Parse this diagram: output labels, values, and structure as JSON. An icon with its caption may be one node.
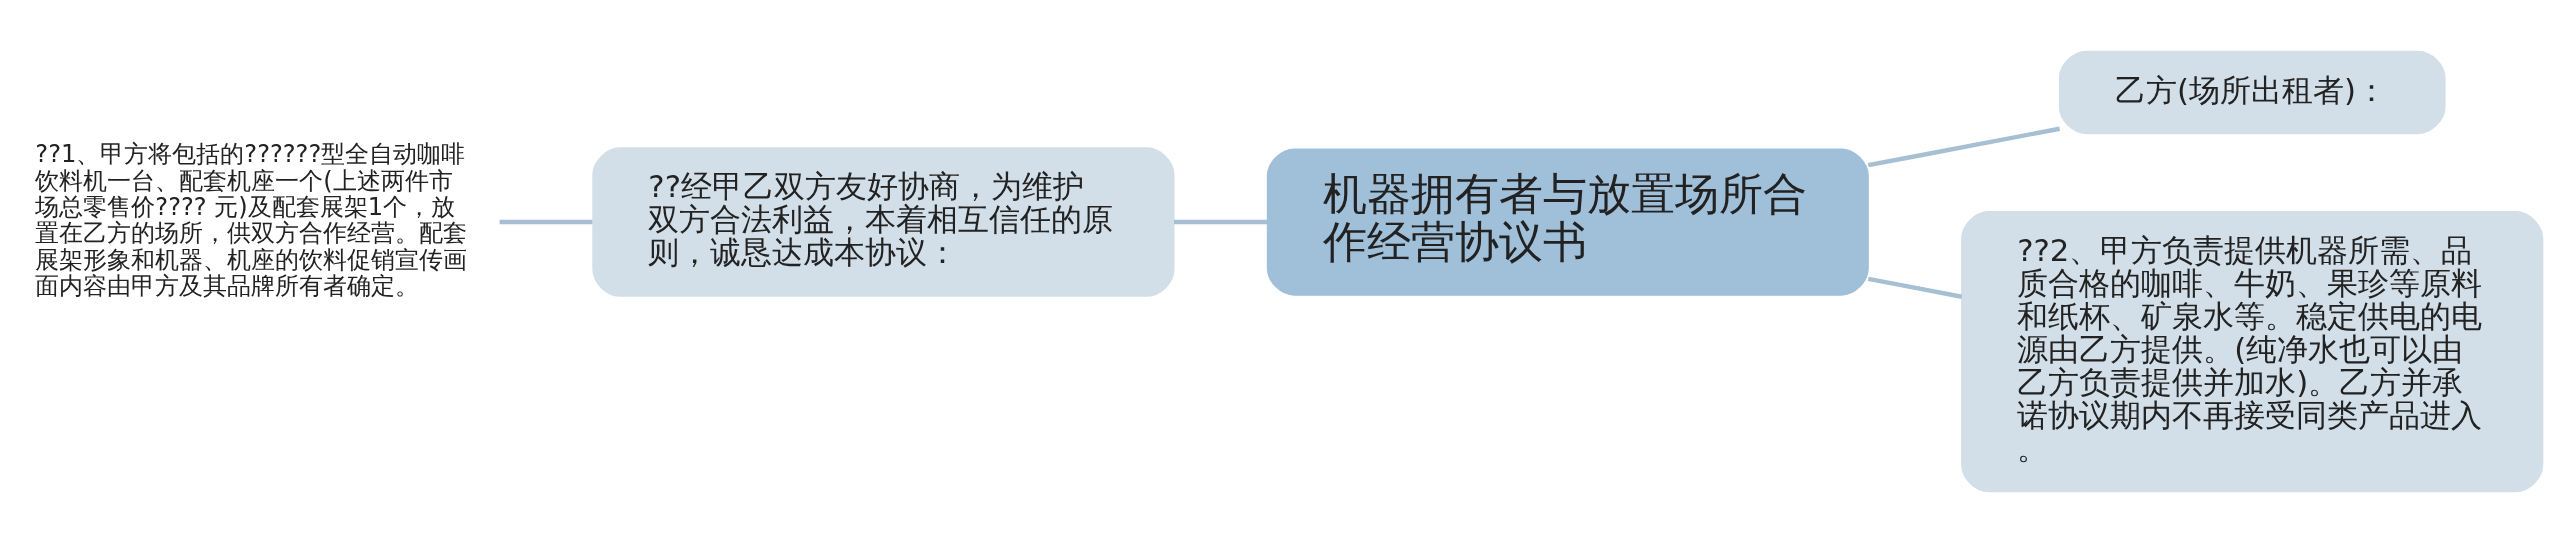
{
  "diagram": {
    "nodes": [
      {
        "text": [
          "机器拥有者与放置场所合作经营协议书"
        ]
      },
      {
        "text": [
          "乙方(场所出租者)："
        ]
      },
      {
        "text": [
          "??2、甲方负责提供机器所需、品质合格的咖啡、牛奶、果珍等原料和纸杯、矿泉水等。稳定供电的电源由乙方提供。(纯净水也可以由乙方负责提供并加水)。乙方并承诺协议期内不再接受同类产品进入。"
        ]
      },
      {
        "text": [
          "??经甲乙双方友好协商，为维护双方合法利益，本着相互信任的原则，诚恳达成本协议："
        ]
      },
      {
        "text": [
          "??1、甲方将包括的??????型全自动咖啡饮料机一台、配套机座一个(上述两件市场总零售价???? 元)及配套展架1个，放置在乙方的场所，供双方合作经营。配套展架形象和机器、机座的饮料促销宣传画面内容由甲方及其品牌所有者确定。"
        ]
      }
    ],
    "edges": [
      {
        "from": 0,
        "to": 1,
        "arrow": "none"
      },
      {
        "from": 0,
        "to": 2,
        "arrow": "none"
      },
      {
        "from": 0,
        "to": 3,
        "arrow": "none"
      },
      {
        "from": 3,
        "to": 4,
        "arrow": "none"
      }
    ]
  }
}
